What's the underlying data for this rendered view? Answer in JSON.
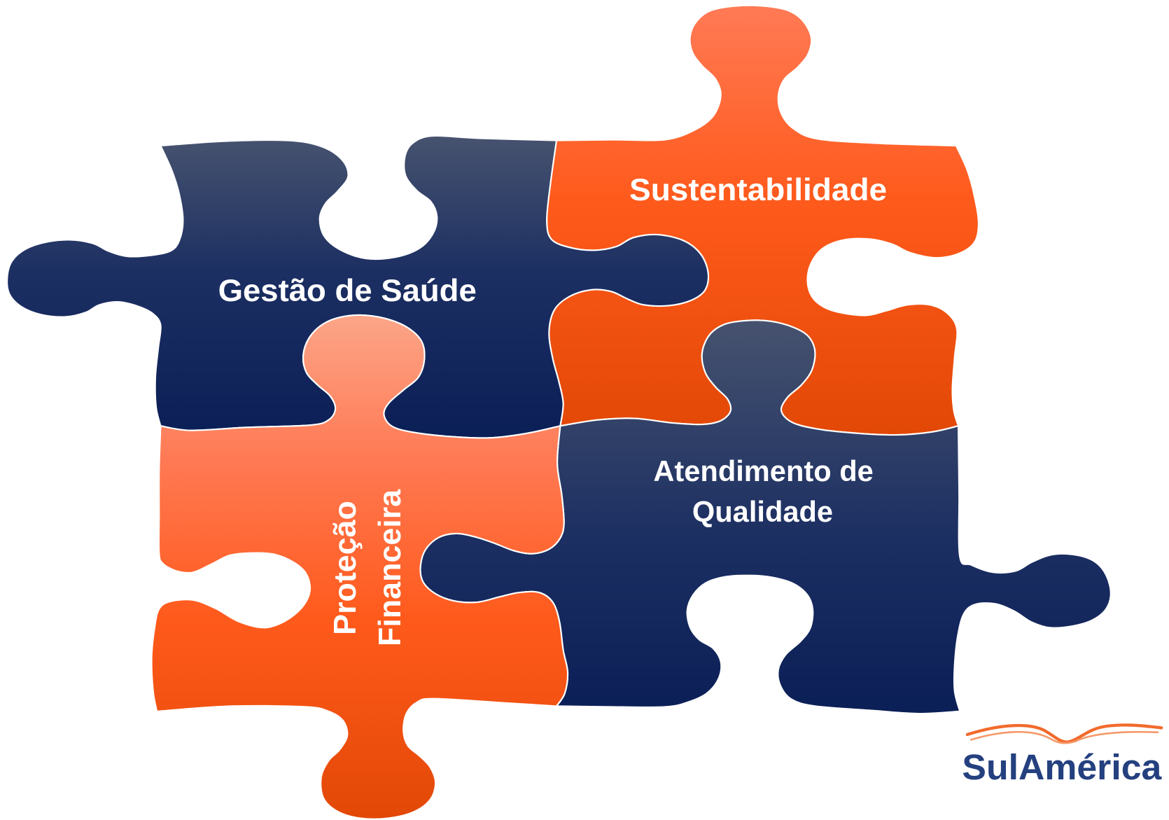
{
  "diagram": {
    "gestao_de_saude": "Gestão de Saúde",
    "sustentabilidade": "Sustentabilidade",
    "protecao_financeira": [
      "Proteção",
      "Financeira"
    ],
    "atendimento_de_qualidade": [
      "Atendimento de",
      "Qualidade"
    ]
  },
  "logo": {
    "text": "SulAmérica"
  },
  "colors": {
    "navy_top": "#46526e",
    "navy_mid": "#1c2f62",
    "navy_bottom": "#0b1f57",
    "orange_light": "#fca588",
    "orange_top": "#ff7a55",
    "orange_mid": "#ff5a1c",
    "orange_bottom": "#e24806",
    "logo_blue": "#24407f",
    "logo_orange": "#f26a2c",
    "logo_orange_light": "#f59a6a"
  }
}
